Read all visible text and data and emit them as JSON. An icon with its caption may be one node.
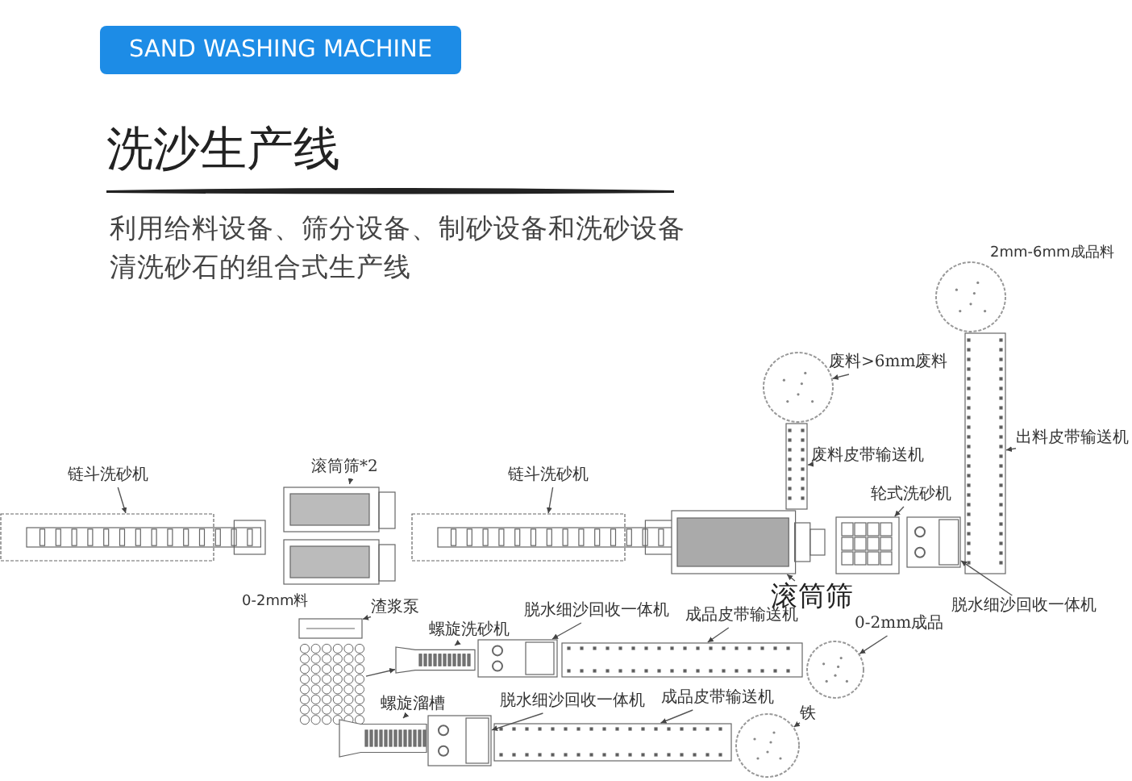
{
  "diagram": {
    "title": "洗沙生产线",
    "nodes": [
      {
        "text": [
          "链斗洗砂机"
        ]
      },
      {
        "text": [
          "滚筒筛*2"
        ]
      },
      {
        "text": [
          "链斗洗砂机"
        ]
      },
      {
        "text": [
          "废料>6mm废料"
        ]
      },
      {
        "text": [
          "废料皮带输送机"
        ]
      },
      {
        "text": [
          "轮式洗砂机"
        ]
      },
      {
        "text": [
          "出料皮带输送机"
        ]
      },
      {
        "text": [
          "滚筒筛"
        ]
      },
      {
        "text": [
          "脱水细沙回收一体机"
        ]
      },
      {
        "text": [
          "渣浆泵"
        ]
      },
      {
        "text": [
          "螺旋洗砂机"
        ]
      },
      {
        "text": [
          "脱水细沙回收一体机"
        ]
      },
      {
        "text": [
          "成品皮带输送机"
        ]
      },
      {
        "text": [
          "0-2mm成品"
        ]
      },
      {
        "text": [
          "螺旋溜槽"
        ]
      },
      {
        "text": [
          "脱水细沙回收一体机"
        ]
      },
      {
        "text": [
          "成品皮带输送机"
        ]
      },
      {
        "text": [
          "铁"
        ]
      },
      {
        "text": [],
        "shape": "picture"
      },
      {
        "text": [],
        "shape": "picture"
      },
      {
        "text": [],
        "shape": "picture"
      },
      {
        "text": [],
        "shape": "picture"
      },
      {
        "text": [],
        "shape": "picture"
      },
      {
        "text": [],
        "shape": "circle"
      },
      {
        "text": [],
        "shape": "picture"
      },
      {
        "text": [],
        "shape": "picture"
      },
      {
        "text": [],
        "shape": "picture"
      },
      {
        "text": [],
        "shape": "circle"
      },
      {
        "text": [],
        "shape": "picture"
      },
      {
        "text": [],
        "shape": "picture"
      },
      {
        "text": [],
        "shape": "picture"
      },
      {
        "text": [],
        "shape": "picture"
      },
      {
        "text": [],
        "shape": "picture"
      },
      {
        "text": [],
        "shape": "circle"
      },
      {
        "text": [],
        "shape": "picture"
      },
      {
        "text": [],
        "shape": "picture"
      },
      {
        "text": [],
        "shape": "picture"
      },
      {
        "text": [],
        "shape": "circle"
      }
    ],
    "edges": [
      {
        "from": 0,
        "to": 18,
        "arrow": "to"
      },
      {
        "from": 1,
        "to": 19,
        "arrow": "to"
      },
      {
        "from": 2,
        "to": 20,
        "arrow": "to"
      },
      {
        "from": 3,
        "to": 23,
        "arrow": "to"
      },
      {
        "from": 4,
        "to": 22,
        "arrow": "to"
      },
      {
        "from": 5,
        "to": 24,
        "arrow": "to"
      },
      {
        "from": 6,
        "to": 26,
        "arrow": "to"
      },
      {
        "from": 7,
        "to": 21,
        "arrow": "to"
      },
      {
        "from": 8,
        "to": 25,
        "arrow": "to"
      },
      {
        "from": 9,
        "to": 28,
        "arrow": "to"
      },
      {
        "from": 10,
        "to": 30,
        "arrow": "to"
      },
      {
        "from": 11,
        "to": 31,
        "arrow": "to"
      },
      {
        "from": 12,
        "to": 32,
        "arrow": "to"
      },
      {
        "from": 13,
        "to": 33,
        "arrow": "to"
      },
      {
        "from": 14,
        "to": 34,
        "arrow": "to"
      },
      {
        "from": 15,
        "to": 35,
        "arrow": "to"
      },
      {
        "from": 16,
        "to": 36,
        "arrow": "to"
      },
      {
        "from": 17,
        "to": 37,
        "arrow": "to"
      },
      {
        "from": 29,
        "to": 30,
        "arrow": "to"
      }
    ],
    "labels": [
      "SAND WASHING MACHINE",
      "利用给料设备、筛分设备、制砂设备和洗砂设备清洗砂石的组合式生产线",
      "2mm-6mm成品料",
      "0-2mm料"
    ]
  }
}
